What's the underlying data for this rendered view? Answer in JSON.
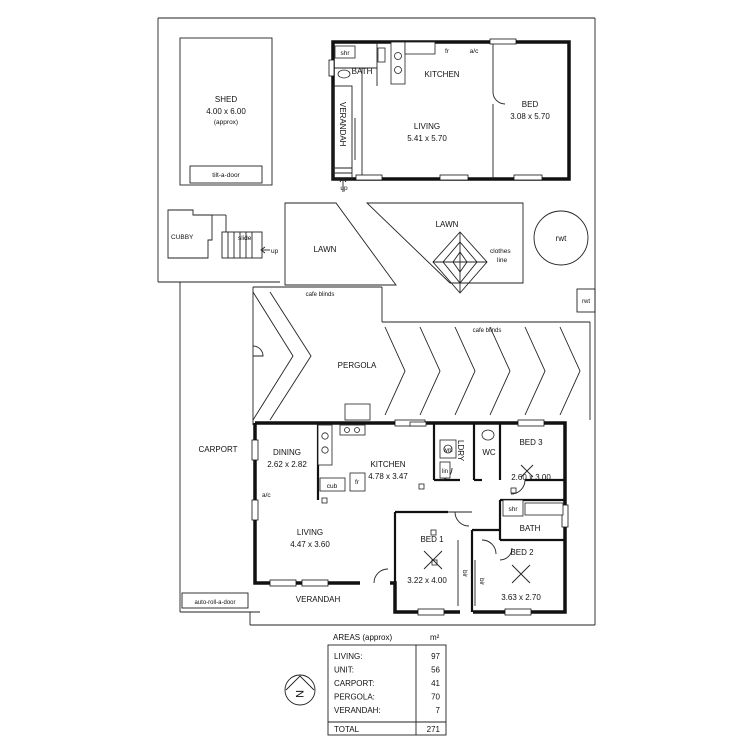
{
  "shed": {
    "name": "SHED",
    "dims": "4.00 x 6.00",
    "note": "(approx)",
    "door": "tilt-a-door"
  },
  "unit": {
    "shr": "shr",
    "bath": "BATH",
    "kitchen": "KITCHEN",
    "fr": "fr",
    "ac": "a/c",
    "verandah": "VERANDAH",
    "up": "up",
    "living": "LIVING",
    "living_dims": "5.41 x 5.70",
    "bed": "BED",
    "bed_dims": "3.08 x 5.70"
  },
  "yard": {
    "cubby": "CUBBY",
    "slide": "slide",
    "up": "up",
    "lawn_left": "LAWN",
    "lawn_right": "LAWN",
    "clothes": "clothes",
    "line": "line",
    "rwt": "rwt",
    "rwt_small": "rwt"
  },
  "pergola": {
    "cafe_left": "cafe blinds",
    "cafe_right": "cafe blinds",
    "name": "PERGOLA"
  },
  "carport": {
    "name": "CARPORT",
    "door": "auto-roll-a-door"
  },
  "house": {
    "dining": "DINING",
    "dining_dims": "2.62 x 2.82",
    "kitchen": "KITCHEN",
    "kitchen_dims": "4.78 x 3.47",
    "cub": "cub",
    "fr": "fr",
    "ac": "a/c",
    "living": "LIVING",
    "living_dims": "4.47 x 3.60",
    "ldry": "LDRY",
    "wm": "wm",
    "lin": "lin",
    "wc": "WC",
    "bed3": "BED 3",
    "bed3_dims": "2.60 x 3.00",
    "shr": "shr",
    "bath": "BATH",
    "bed1": "BED 1",
    "bed1_dims": "3.22 x 4.00",
    "bir1": "bir",
    "bed2": "BED 2",
    "bed2_dims": "3.63 x 2.70",
    "bir2": "bir",
    "verandah": "VERANDAH"
  },
  "areas": {
    "title": "AREAS (approx)",
    "unit": "m²",
    "rows": [
      {
        "label": "LIVING:",
        "value": "97"
      },
      {
        "label": "UNIT:",
        "value": "56"
      },
      {
        "label": "CARPORT:",
        "value": "41"
      },
      {
        "label": "PERGOLA:",
        "value": "70"
      },
      {
        "label": "VERANDAH:",
        "value": "7"
      }
    ],
    "total_label": "TOTAL",
    "total_value": "271"
  },
  "compass": {
    "letter": "N"
  }
}
